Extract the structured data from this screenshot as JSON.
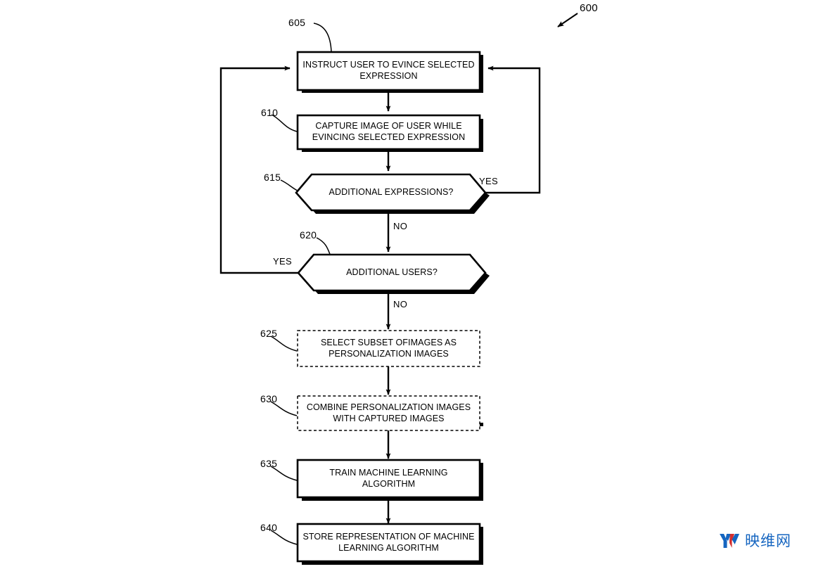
{
  "figure": {
    "number": "600",
    "background": "#ffffff",
    "ink": "#000000"
  },
  "nodes": [
    {
      "ref": "605",
      "shape": "process",
      "style": "solid",
      "text": "INSTRUCT USER TO EVINCE SELECTED\nEXPRESSION"
    },
    {
      "ref": "610",
      "shape": "process",
      "style": "solid",
      "text": "CAPTURE IMAGE OF USER WHILE\nEVINCING SELECTED EXPRESSION"
    },
    {
      "ref": "615",
      "shape": "decision",
      "style": "solid",
      "text": "ADDITIONAL EXPRESSIONS?"
    },
    {
      "ref": "620",
      "shape": "decision",
      "style": "solid",
      "text": "ADDITIONAL USERS?"
    },
    {
      "ref": "625",
      "shape": "process",
      "style": "dashed",
      "text": "SELECT SUBSET OFIMAGES AS\nPERSONALIZATION IMAGES"
    },
    {
      "ref": "630",
      "shape": "process",
      "style": "dashed",
      "text": "COMBINE PERSONALIZATION IMAGES\nWITH CAPTURED IMAGES"
    },
    {
      "ref": "635",
      "shape": "process",
      "style": "solid",
      "text": "TRAIN MACHINE LEARNING\nALGORITHM"
    },
    {
      "ref": "640",
      "shape": "process",
      "style": "solid",
      "text": "STORE REPRESENTATION OF MACHINE\nLEARNING ALGORITHM"
    }
  ],
  "edge_labels": {
    "expressions_yes": "YES",
    "expressions_no": "NO",
    "users_yes": "YES",
    "users_no": "NO"
  },
  "watermark": {
    "text": "映维网",
    "mark_primary_color": "#1565c0",
    "mark_accent_color": "#d32f2f"
  }
}
